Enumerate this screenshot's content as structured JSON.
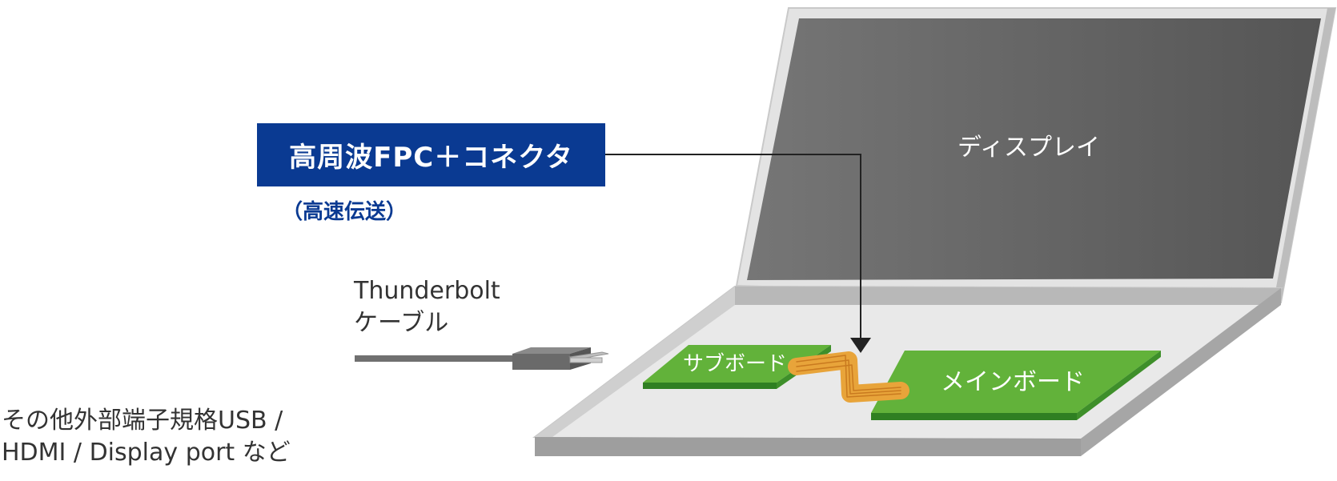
{
  "callout": {
    "title": "高周波FPC＋コネクタ",
    "subtitle": "（高速伝送）"
  },
  "labels": {
    "display": "ディスプレイ",
    "sub_board": "サブボード",
    "main_board": "メインボード",
    "cable_line1": "Thunderbolt",
    "cable_line2": "ケーブル",
    "other_line1": "その他外部端子規格USB /",
    "other_line2": "HDMI / Display port など"
  },
  "colors": {
    "callout_bg": "#0a3a92",
    "board_green": "#5aa733",
    "board_green_dark": "#2f7f22",
    "fpc_orange": "#e8a43a",
    "screen_gray": "#5f5f5f",
    "laptop_frame": "#d9d9d9"
  }
}
